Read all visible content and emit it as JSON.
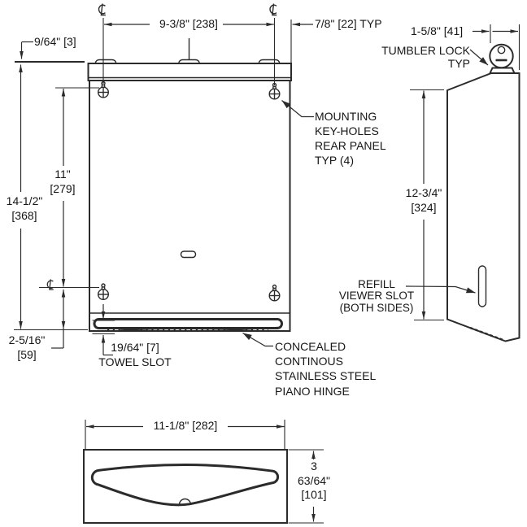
{
  "drawing": {
    "front_view": {
      "dim_flange_offset": "9/64\" [3]",
      "dim_keyhole_span": "9-3/8\" [238]",
      "dim_keyhole_edge": "7/8\" [22] TYP",
      "dim_height_total": "14-1/2\"\n[368]",
      "dim_keyhole_vspan": "11\"\n[279]",
      "dim_bottom_offset": "2-5/16\"\n[59]",
      "dim_towel_slot": "19/64\" [7]\nTOWEL SLOT",
      "label_mounting_keyholes": "MOUNTING\nKEY-HOLES\nREAR PANEL\nTYP (4)",
      "label_piano_hinge": "CONCEALED\nCONTINOUS\nSTAINLESS STEEL\nPIANO HINGE"
    },
    "side_view": {
      "dim_lock_inset": "1-5/8\" [41]",
      "label_tumbler_lock": "TUMBLER LOCK\nTYP",
      "dim_height": "12-3/4\"\n[324]",
      "label_refill_slot": "REFILL\nVIEWER SLOT\n(BOTH SIDES)"
    },
    "bottom_view": {
      "dim_width": "11-1/8\" [282]",
      "dim_depth": "3\n63/64\"\n[101]"
    },
    "line_color": "#2b2b2b"
  }
}
